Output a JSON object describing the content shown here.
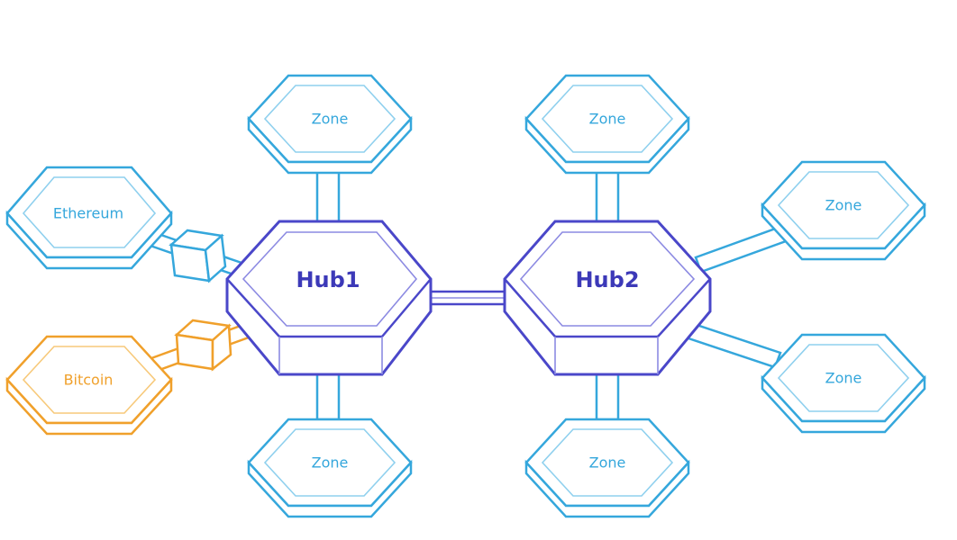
{
  "colors": {
    "zone": "#35a7dc",
    "zone_light": "#8fd0ee",
    "hub": "#4a47c9",
    "hub_light": "#8c8ae2",
    "bitcoin": "#f0a02b",
    "bitcoin_light": "#f7c97a",
    "hub_text": "#3c39b8"
  },
  "nodes": {
    "hub1": "Hub1",
    "hub2": "Hub2",
    "ethereum": "Ethereum",
    "bitcoin": "Bitcoin",
    "zone_h1_top": "Zone",
    "zone_h1_bottom": "Zone",
    "zone_h2_top": "Zone",
    "zone_h2_bottom": "Zone",
    "zone_h2_upper_right": "Zone",
    "zone_h2_lower_right": "Zone"
  }
}
